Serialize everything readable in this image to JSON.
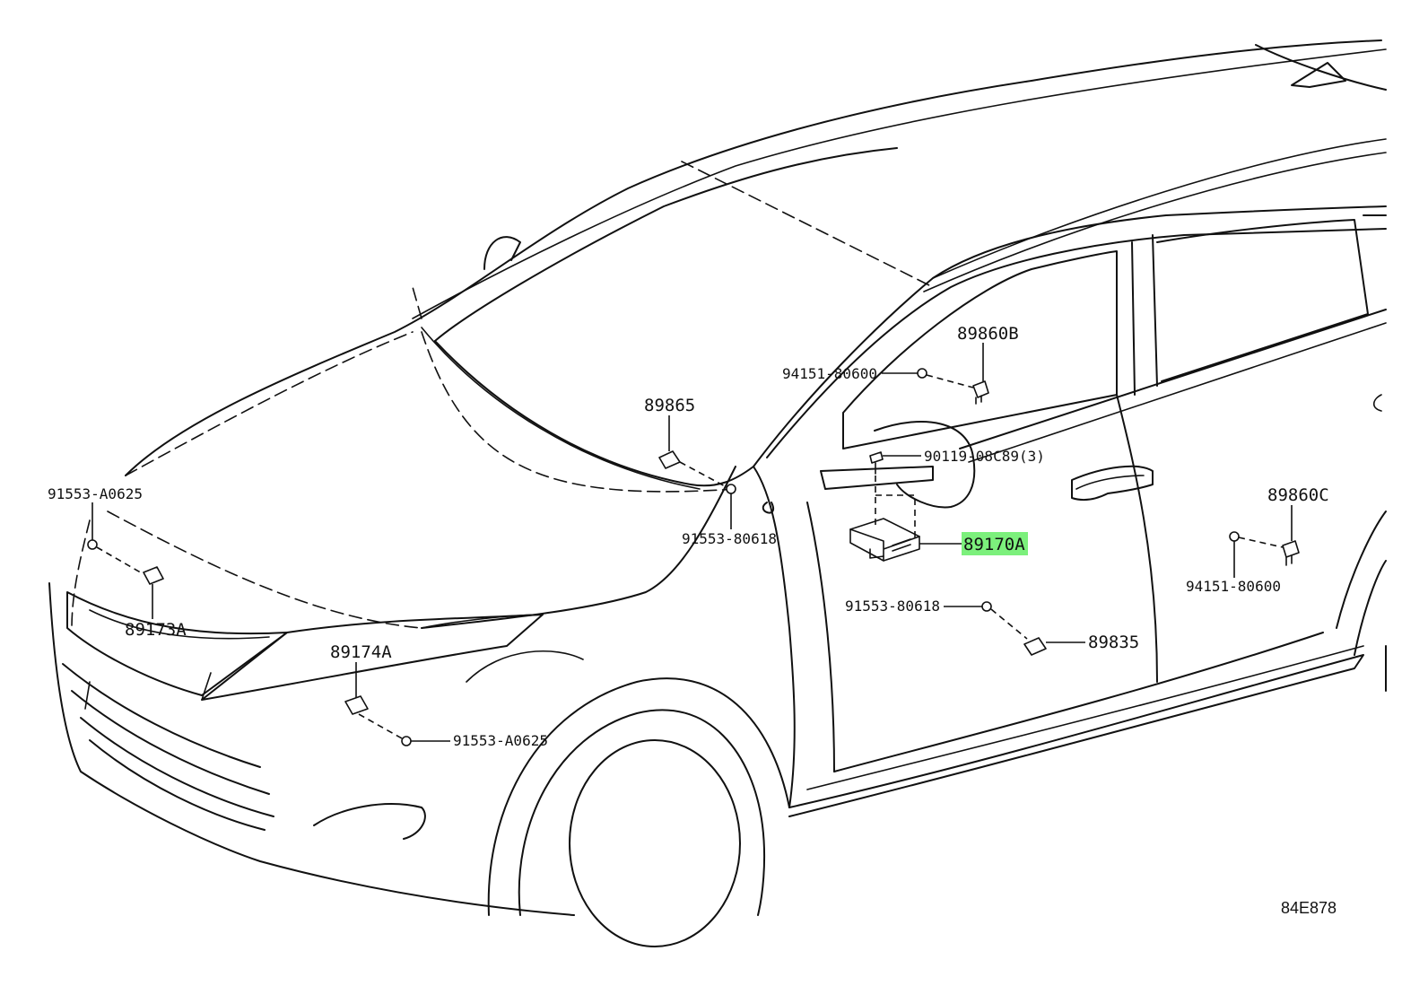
{
  "labels": {
    "p89860B": "89860B",
    "p94151_80600_top": "94151-80600",
    "p89865": "89865",
    "p90119": "90119-08C89(3)",
    "p91553_A0625_left": "91553-A0625",
    "p91553_80618_top": "91553-80618",
    "p89170A": "89170A",
    "p89860C": "89860C",
    "p94151_80600_right": "94151-80600",
    "p91553_80618_mid": "91553-80618",
    "p89835": "89835",
    "p89173A": "89173A",
    "p89174A": "89174A",
    "p91553_A0625_bottom": "91553-A0625"
  },
  "highlight_part": "89170A",
  "highlight_color": "#7CF07C",
  "reference_code": "84E878"
}
